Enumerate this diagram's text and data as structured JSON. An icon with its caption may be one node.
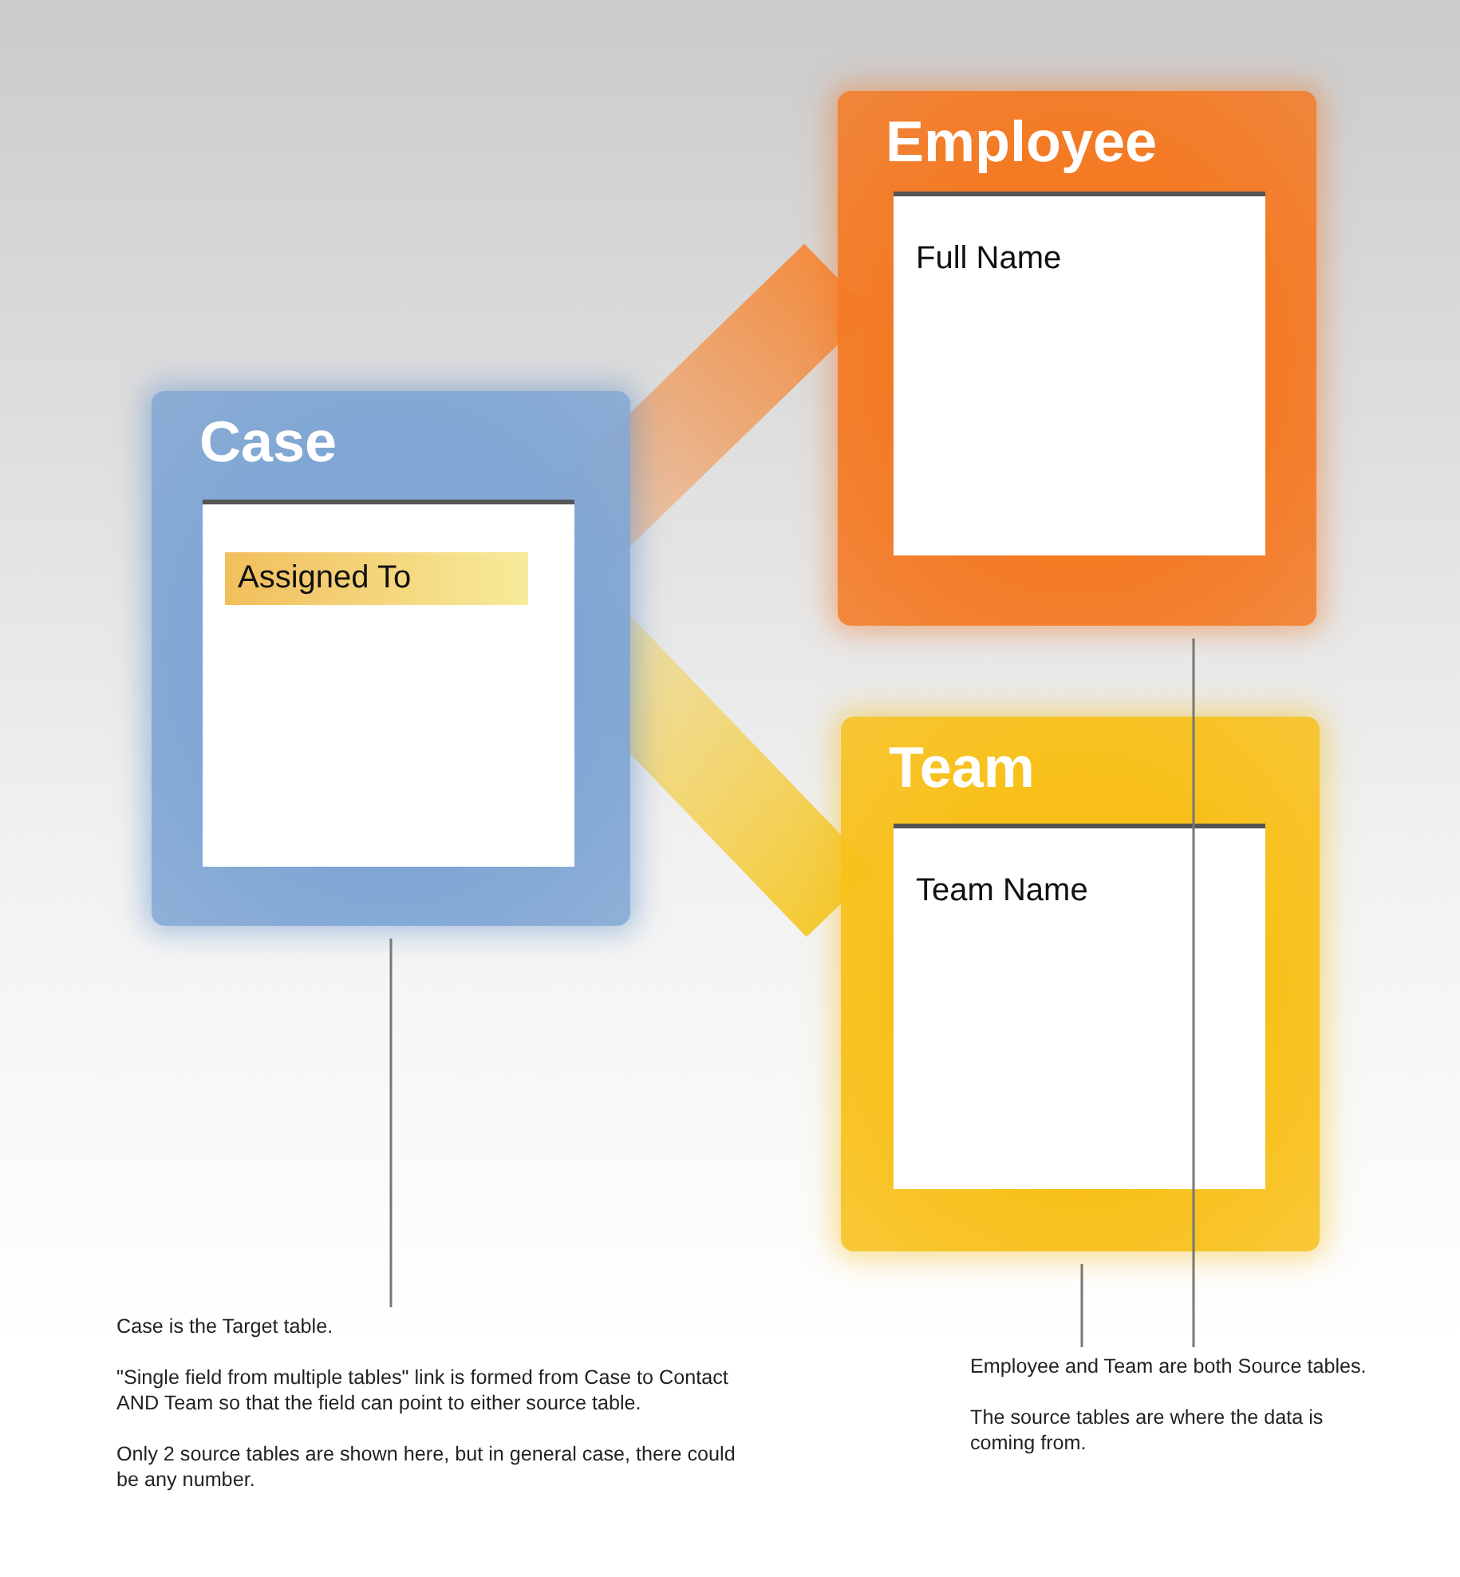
{
  "diagram": {
    "nodes": [
      {
        "text": [
          "Case"
        ]
      },
      {
        "text": [
          "Assigned To"
        ],
        "in": 0
      },
      {
        "text": [
          "Employee",
          "Full Name"
        ]
      },
      {
        "text": [
          "Team",
          "Team Name"
        ]
      },
      {
        "text": [
          "Case is the Target table.",
          "\"Single field from multiple tables\" link is formed from Case to Contact AND Team so that the field can point to either source table.",
          "Only 2 source tables are shown here, but in general case, there could be any number."
        ]
      },
      {
        "text": [
          "Employee and Team are both Source tables.",
          "The source tables are where the data is coming from."
        ]
      }
    ],
    "edges": [
      {
        "from": 1,
        "to": 2,
        "arrow": "none",
        "style": "thick",
        "color": "#f58a3a"
      },
      {
        "from": 1,
        "to": 3,
        "arrow": "none",
        "style": "thick",
        "color": "#f5c82a"
      },
      {
        "from": 4,
        "to": 0,
        "arrow": "none"
      },
      {
        "from": 5,
        "to": 3,
        "arrow": "none"
      },
      {
        "from": 5,
        "to": 2,
        "arrow": "none"
      }
    ]
  }
}
